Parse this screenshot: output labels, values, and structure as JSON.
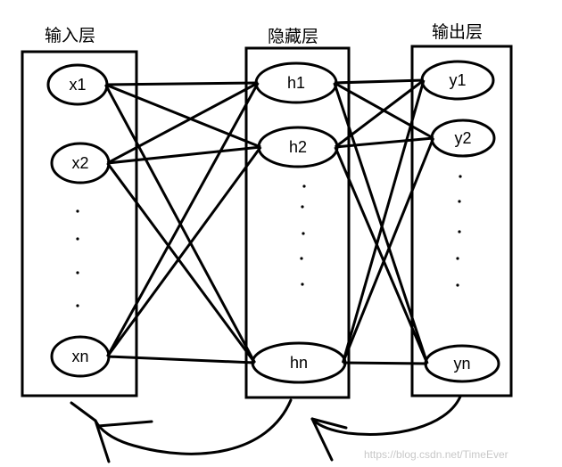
{
  "layers": [
    {
      "id": "input",
      "title": "输入层",
      "nodes": [
        {
          "id": "x1",
          "label": "x1"
        },
        {
          "id": "x2",
          "label": "x2"
        },
        {
          "id": "xn",
          "label": "xn"
        }
      ]
    },
    {
      "id": "hidden",
      "title": "隐藏层",
      "nodes": [
        {
          "id": "h1",
          "label": "h1"
        },
        {
          "id": "h2",
          "label": "h2"
        },
        {
          "id": "hn",
          "label": "hn"
        }
      ]
    },
    {
      "id": "output",
      "title": "输出层",
      "nodes": [
        {
          "id": "y1",
          "label": "y1"
        },
        {
          "id": "y2",
          "label": "y2"
        },
        {
          "id": "yn",
          "label": "yn"
        }
      ]
    }
  ],
  "connections": [
    [
      "x1",
      "h1"
    ],
    [
      "x1",
      "h2"
    ],
    [
      "x1",
      "hn"
    ],
    [
      "x2",
      "h1"
    ],
    [
      "x2",
      "h2"
    ],
    [
      "x2",
      "hn"
    ],
    [
      "xn",
      "h1"
    ],
    [
      "xn",
      "h2"
    ],
    [
      "xn",
      "hn"
    ],
    [
      "h1",
      "y1"
    ],
    [
      "h1",
      "y2"
    ],
    [
      "h1",
      "yn"
    ],
    [
      "h2",
      "y1"
    ],
    [
      "h2",
      "y2"
    ],
    [
      "h2",
      "yn"
    ],
    [
      "hn",
      "y1"
    ],
    [
      "hn",
      "y2"
    ],
    [
      "hn",
      "yn"
    ]
  ],
  "watermark": "https://blog.csdn.net/TimeEver",
  "colors": {
    "stroke": "#000000",
    "background": "#ffffff",
    "watermark": "#c8c8c8"
  }
}
